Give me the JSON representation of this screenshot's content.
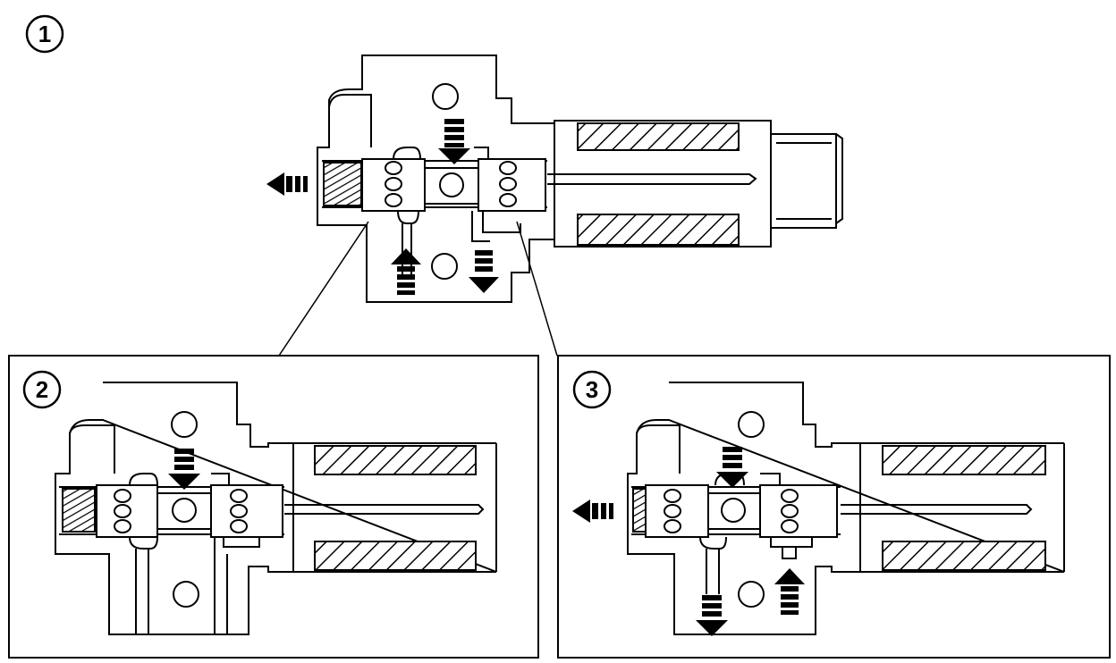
{
  "callouts": [
    {
      "id": "1",
      "label": "1"
    },
    {
      "id": "2",
      "label": "2"
    },
    {
      "id": "3",
      "label": "3"
    }
  ],
  "views": [
    {
      "name": "main-view",
      "callout": "1",
      "flow_arrows": [
        "left",
        "down",
        "up",
        "down"
      ]
    },
    {
      "name": "detail-view-2",
      "callout": "2",
      "flow_arrows": [
        "down"
      ]
    },
    {
      "name": "detail-view-3",
      "callout": "3",
      "flow_arrows": [
        "left",
        "down",
        "down",
        "up"
      ]
    }
  ],
  "colors": {
    "line": "#000000",
    "background": "#ffffff"
  }
}
